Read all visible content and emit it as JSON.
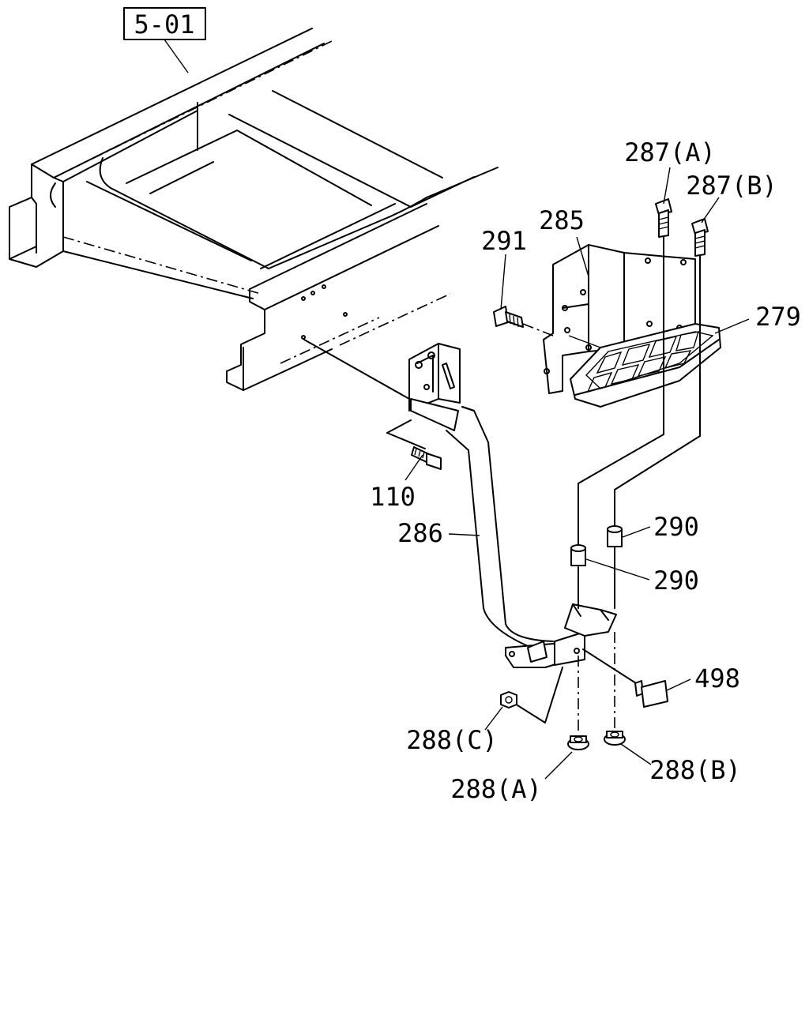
{
  "diagram": {
    "reference_box": "5-01",
    "labels": {
      "p287a": "287(A)",
      "p287b": "287(B)",
      "p285": "285",
      "p291": "291",
      "p279": "279",
      "p110": "110",
      "p286": "286",
      "p290a": "290",
      "p290b": "290",
      "p498": "498",
      "p288c": "288(C)",
      "p288a": "288(A)",
      "p288b": "288(B)"
    }
  }
}
